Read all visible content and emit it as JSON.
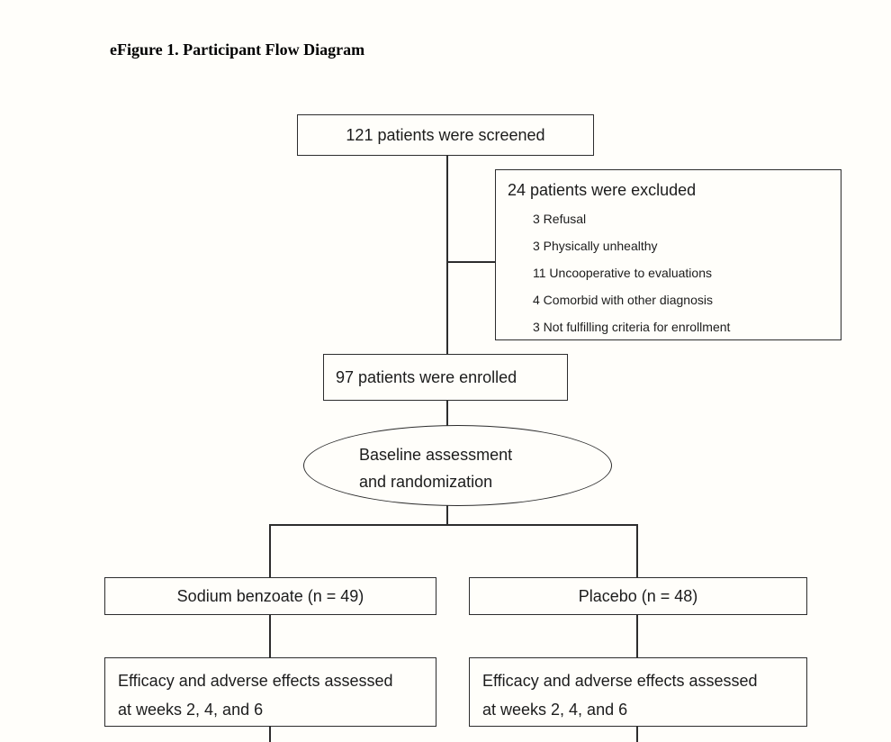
{
  "page": {
    "title": "eFigure 1. Participant Flow Diagram"
  },
  "flowchart": {
    "screened_box": {
      "label": "121 patients were screened"
    },
    "excluded_box": {
      "header": "24 patients were excluded",
      "items": [
        "3 Refusal",
        "3 Physically unhealthy",
        "11 Uncooperative to evaluations",
        "4 Comorbid with other diagnosis",
        "3 Not fulfilling criteria for enrollment"
      ]
    },
    "enrolled_box": {
      "label": "97 patients were enrolled"
    },
    "randomization_ellipse": {
      "line1": "Baseline assessment",
      "line2": "and randomization"
    },
    "arm_left": {
      "label": "Sodium benzoate (n = 49)"
    },
    "arm_right": {
      "label": "Placebo (n = 48)"
    },
    "assess_left": {
      "line1": "Efficacy and adverse effects assessed",
      "line2": "at weeks 2, 4, and 6"
    },
    "assess_right": {
      "line1": "Efficacy and adverse effects assessed",
      "line2": "at weeks 2, 4, and 6"
    }
  },
  "colors": {
    "line": "#2d2d2d",
    "background": "#fffefa",
    "text": "#1c1c1c"
  }
}
